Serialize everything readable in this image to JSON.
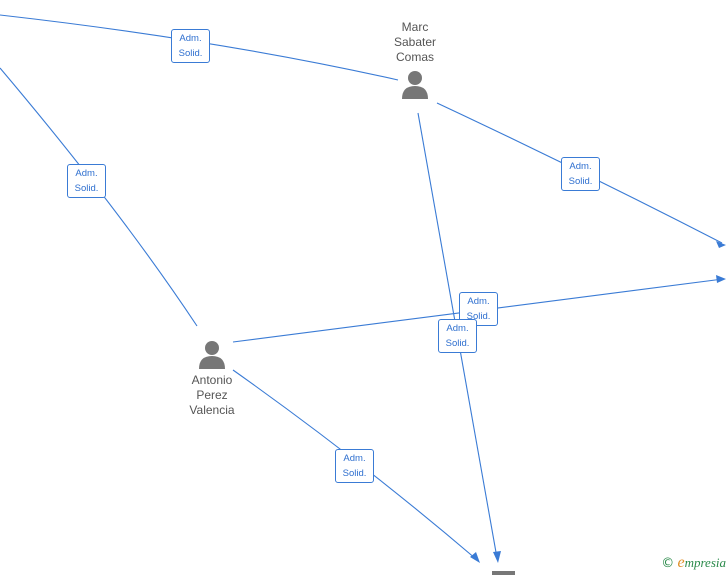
{
  "nodes": [
    {
      "id": "marc",
      "name": "Marc\nSabater\nComas"
    },
    {
      "id": "antonio",
      "name": "Antonio\nPerez\nValencia"
    }
  ],
  "edge_label": "Adm.\nSolid.",
  "edge_labels": [
    {
      "text": "Adm.\nSolid."
    },
    {
      "text": "Adm.\nSolid."
    },
    {
      "text": "Adm.\nSolid."
    },
    {
      "text": "Adm.\nSolid."
    },
    {
      "text": "Adm.\nSolid."
    },
    {
      "text": "Adm.\nSolid."
    }
  ],
  "watermark": {
    "copyright": "©",
    "brand_initial": "e",
    "brand_rest": "mpresia"
  },
  "colors": {
    "edge": "#3a7bd5",
    "person_icon": "#777777",
    "text": "#555555"
  }
}
